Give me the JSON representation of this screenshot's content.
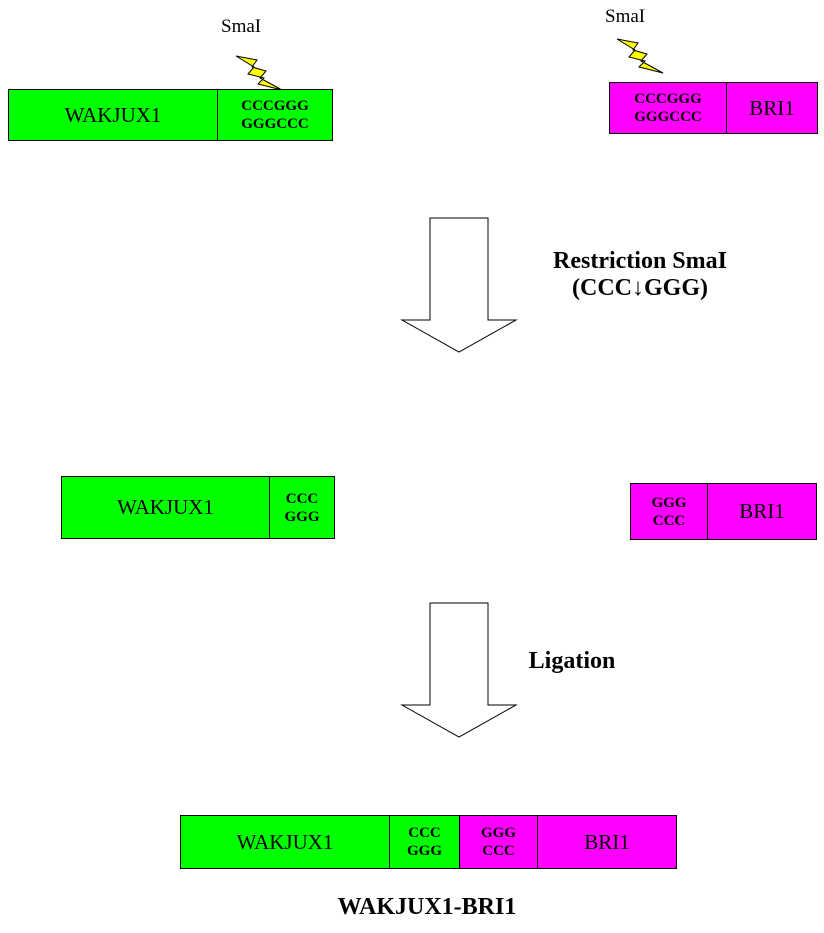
{
  "top": {
    "left_construct": {
      "gene": "WAKJUX1",
      "site_top": "CCCGGG",
      "site_bottom": "GGGCCC",
      "enzyme": "SmaI"
    },
    "right_construct": {
      "gene": "BRI1",
      "site_top": "CCCGGG",
      "site_bottom": "GGGCCC",
      "enzyme": "SmaI"
    }
  },
  "step1": {
    "title": "Restriction SmaI",
    "subtitle": "(CCC↓GGG)"
  },
  "middle": {
    "left_fragment": {
      "gene": "WAKJUX1",
      "end_top": "CCC",
      "end_bottom": "GGG"
    },
    "right_fragment": {
      "gene": "BRI1",
      "end_top": "GGG",
      "end_bottom": "CCC"
    }
  },
  "step2": {
    "title": "Ligation"
  },
  "bottom": {
    "fusion": {
      "gene_left": "WAKJUX1",
      "left_top": "CCC",
      "left_bottom": "GGG",
      "right_top": "GGG",
      "right_bottom": "CCC",
      "gene_right": "BRI1"
    },
    "product_name": "WAKJUX1-BRI1"
  },
  "colors": {
    "green": "#00ff00",
    "magenta": "#ff00ff",
    "lightning": "#ffff00"
  },
  "icons": [
    "lightning-bolt-icon",
    "down-arrow-icon"
  ]
}
